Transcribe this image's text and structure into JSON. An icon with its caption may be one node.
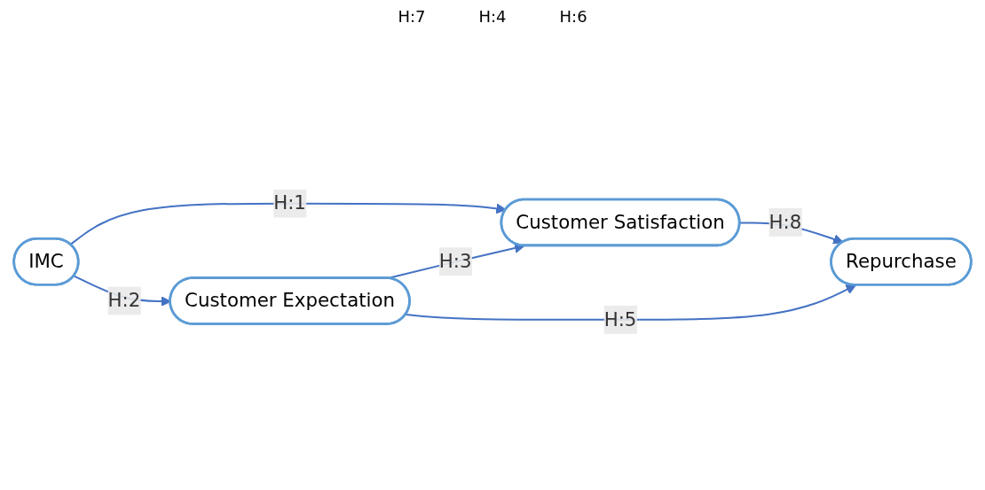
{
  "diagram": {
    "nodes": [
      {
        "text": [
          "IMC"
        ]
      },
      {
        "text": [
          "Customer Satisfaction"
        ]
      },
      {
        "text": [
          "Customer Expectation"
        ]
      },
      {
        "text": [
          "Repurchase"
        ]
      }
    ],
    "edges": [
      {
        "from": 0,
        "to": 1,
        "arrow": "to",
        "label": "H:1"
      },
      {
        "from": 0,
        "to": 2,
        "arrow": "to",
        "label": "H:2"
      },
      {
        "from": 2,
        "to": 1,
        "arrow": "to",
        "label": "H:3"
      },
      {
        "from": 1,
        "to": 3,
        "arrow": "to",
        "label": "H:8"
      },
      {
        "from": 2,
        "to": 3,
        "arrow": "to",
        "label": "H:5"
      }
    ],
    "labels": [
      "H:7",
      "H:4",
      "H:6"
    ]
  }
}
